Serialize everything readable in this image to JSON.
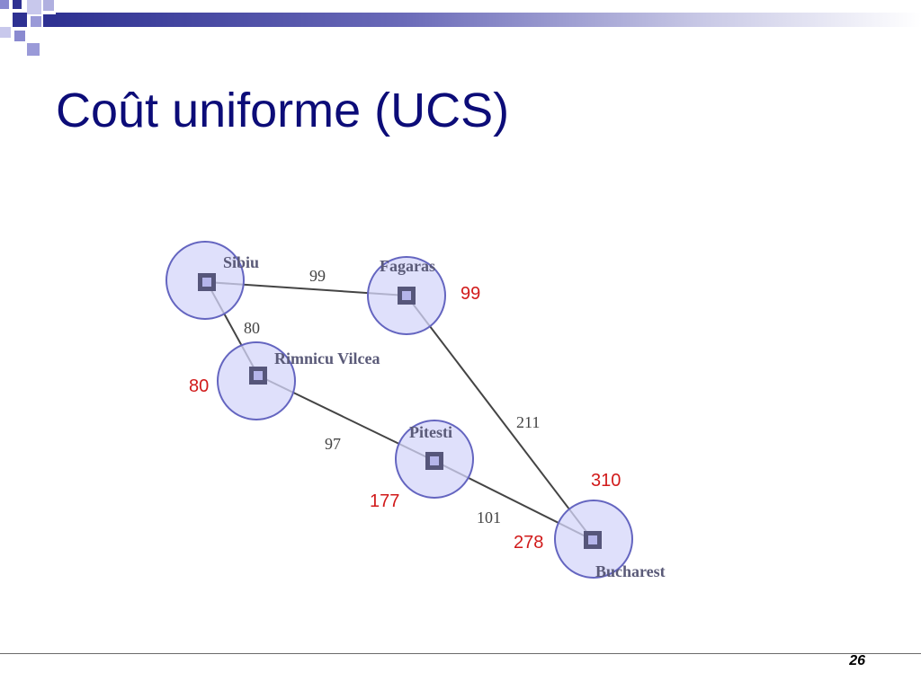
{
  "slide": {
    "title": "Coût uniforme (UCS)",
    "page_number": "26"
  },
  "graph": {
    "nodes": {
      "sibiu": "Sibiu",
      "fagaras": "Fagaras",
      "rimnicu": "Rimnicu Vilcea",
      "pitesti": "Pitesti",
      "bucharest": "Bucharest"
    },
    "edges": {
      "sibiu_fagaras": "99",
      "sibiu_rimnicu": "80",
      "fagaras_bucharest": "211",
      "rimnicu_pitesti": "97",
      "pitesti_bucharest": "101"
    },
    "costs": {
      "fagaras": "99",
      "rimnicu": "80",
      "pitesti": "177",
      "bucharest_via_fagaras": "310",
      "bucharest_via_pitesti": "278"
    }
  },
  "colors": {
    "title": "#0c0c78",
    "accent_bar": "#2e3192",
    "node_fill": "#d4d6fa",
    "node_stroke": "#6465c0",
    "cost": "#d11a1a"
  }
}
